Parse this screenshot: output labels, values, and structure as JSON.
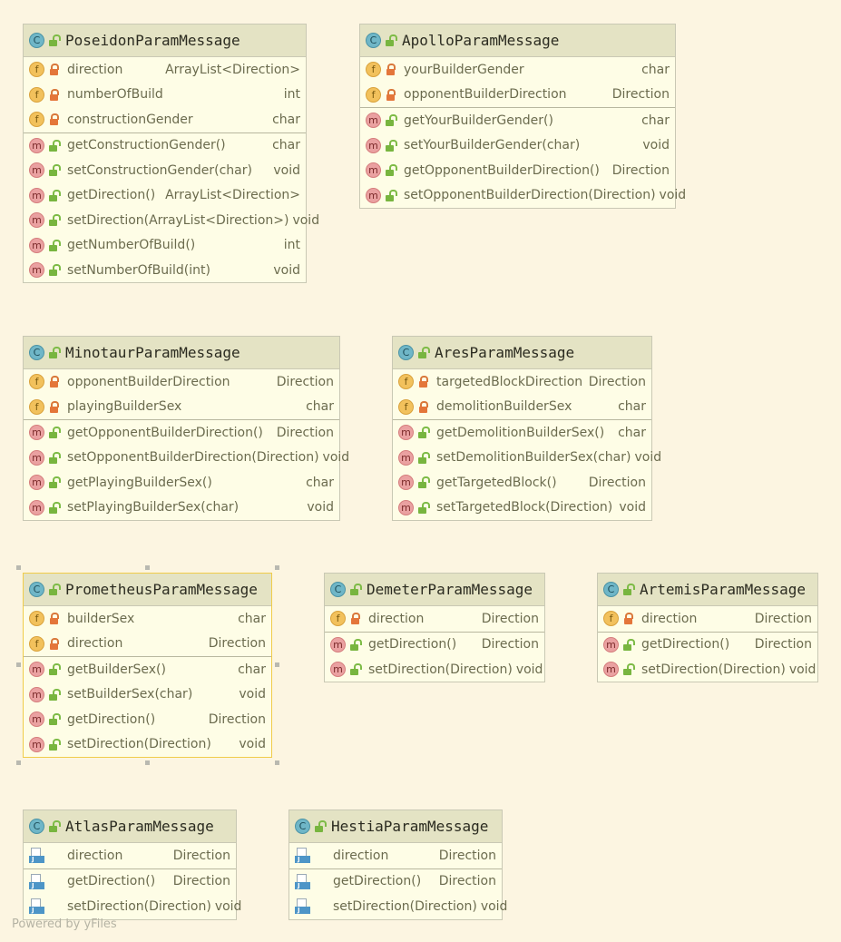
{
  "classes": [
    {
      "id": "poseidon",
      "title": "PoseidonParamMessage",
      "fields": [
        {
          "name": "direction",
          "type": "ArrayList<Direction>"
        },
        {
          "name": "numberOfBuild",
          "type": "int"
        },
        {
          "name": "constructionGender",
          "type": "char"
        }
      ],
      "methods": [
        {
          "name": "getConstructionGender()",
          "type": "char"
        },
        {
          "name": "setConstructionGender(char)",
          "type": "void"
        },
        {
          "name": "getDirection()",
          "type": "ArrayList<Direction>"
        },
        {
          "name": "setDirection(ArrayList<Direction>)",
          "type": "void"
        },
        {
          "name": "getNumberOfBuild()",
          "type": "int"
        },
        {
          "name": "setNumberOfBuild(int)",
          "type": "void"
        }
      ]
    },
    {
      "id": "apollo",
      "title": "ApolloParamMessage",
      "fields": [
        {
          "name": "yourBuilderGender",
          "type": "char"
        },
        {
          "name": "opponentBuilderDirection",
          "type": "Direction"
        }
      ],
      "methods": [
        {
          "name": "getYourBuilderGender()",
          "type": "char"
        },
        {
          "name": "setYourBuilderGender(char)",
          "type": "void"
        },
        {
          "name": "getOpponentBuilderDirection()",
          "type": "Direction"
        },
        {
          "name": "setOpponentBuilderDirection(Direction)",
          "type": "void"
        }
      ]
    },
    {
      "id": "minotaur",
      "title": "MinotaurParamMessage",
      "fields": [
        {
          "name": "opponentBuilderDirection",
          "type": "Direction"
        },
        {
          "name": "playingBuilderSex",
          "type": "char"
        }
      ],
      "methods": [
        {
          "name": "getOpponentBuilderDirection()",
          "type": "Direction"
        },
        {
          "name": "setOpponentBuilderDirection(Direction)",
          "type": "void"
        },
        {
          "name": "getPlayingBuilderSex()",
          "type": "char"
        },
        {
          "name": "setPlayingBuilderSex(char)",
          "type": "void"
        }
      ]
    },
    {
      "id": "ares",
      "title": "AresParamMessage",
      "fields": [
        {
          "name": "targetedBlockDirection",
          "type": "Direction"
        },
        {
          "name": "demolitionBuilderSex",
          "type": "char"
        }
      ],
      "methods": [
        {
          "name": "getDemolitionBuilderSex()",
          "type": "char"
        },
        {
          "name": "setDemolitionBuilderSex(char)",
          "type": "void"
        },
        {
          "name": "getTargetedBlock()",
          "type": "Direction"
        },
        {
          "name": "setTargetedBlock(Direction)",
          "type": "void"
        }
      ]
    },
    {
      "id": "prometheus",
      "title": "PrometheusParamMessage",
      "fields": [
        {
          "name": "builderSex",
          "type": "char"
        },
        {
          "name": "direction",
          "type": "Direction"
        }
      ],
      "methods": [
        {
          "name": "getBuilderSex()",
          "type": "char"
        },
        {
          "name": "setBuilderSex(char)",
          "type": "void"
        },
        {
          "name": "getDirection()",
          "type": "Direction"
        },
        {
          "name": "setDirection(Direction)",
          "type": "void"
        }
      ]
    },
    {
      "id": "demeter",
      "title": "DemeterParamMessage",
      "fields": [
        {
          "name": "direction",
          "type": "Direction"
        }
      ],
      "methods": [
        {
          "name": "getDirection()",
          "type": "Direction"
        },
        {
          "name": "setDirection(Direction)",
          "type": "void"
        }
      ]
    },
    {
      "id": "artemis",
      "title": "ArtemisParamMessage",
      "fields": [
        {
          "name": "direction",
          "type": "Direction"
        }
      ],
      "methods": [
        {
          "name": "getDirection()",
          "type": "Direction"
        },
        {
          "name": "setDirection(Direction)",
          "type": "void"
        }
      ]
    },
    {
      "id": "atlas",
      "title": "AtlasParamMessage",
      "fields": [
        {
          "name": "direction",
          "type": "Direction"
        }
      ],
      "methods": [
        {
          "name": "getDirection()",
          "type": "Direction"
        },
        {
          "name": "setDirection(Direction)",
          "type": "void"
        }
      ]
    },
    {
      "id": "hestia",
      "title": "HestiaParamMessage",
      "fields": [
        {
          "name": "direction",
          "type": "Direction"
        }
      ],
      "methods": [
        {
          "name": "getDirection()",
          "type": "Direction"
        },
        {
          "name": "setDirection(Direction)",
          "type": "void"
        }
      ]
    }
  ],
  "icons": {
    "class_badge": "C",
    "field_badge": "f",
    "method_badge": "m"
  },
  "footer": {
    "powered_by": "Powered by yFiles"
  }
}
